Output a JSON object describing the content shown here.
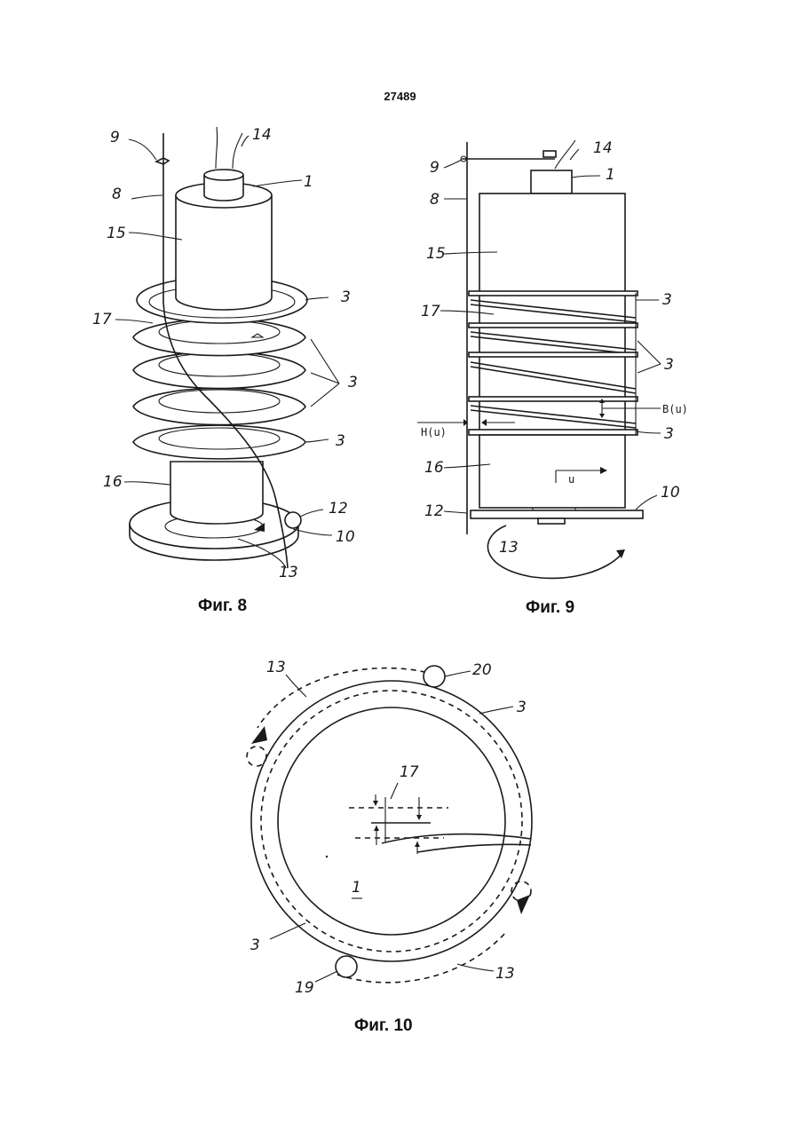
{
  "page_number": "27489",
  "figures": {
    "fig8": {
      "caption": "Фиг. 8",
      "labels": {
        "l9": "9",
        "l14": "14",
        "l8": "8",
        "l1": "1",
        "l15": "15",
        "l3a": "3",
        "l17": "17",
        "l3b": "3",
        "l3c": "3",
        "l16": "16",
        "l12": "12",
        "l10": "10",
        "l13": "13"
      }
    },
    "fig9": {
      "caption": "Фиг. 9",
      "labels": {
        "l14": "14",
        "l9": "9",
        "l1": "1",
        "l8": "8",
        "l15": "15",
        "l3a": "3",
        "l17": "17",
        "l3b": "3",
        "l3c": "3",
        "l16": "16",
        "l10": "10",
        "l12": "12",
        "l13": "13",
        "hu": "H(u)",
        "bu": "B(u)",
        "u": "u"
      }
    },
    "fig10": {
      "caption": "Фиг. 10",
      "labels": {
        "l13a": "13",
        "l20": "20",
        "l3a": "3",
        "l17": "17",
        "l1": "1",
        "l3b": "3",
        "l19": "19",
        "l13b": "13"
      }
    }
  },
  "colors": {
    "ink": "#1a1a1a",
    "paper": "#ffffff"
  }
}
